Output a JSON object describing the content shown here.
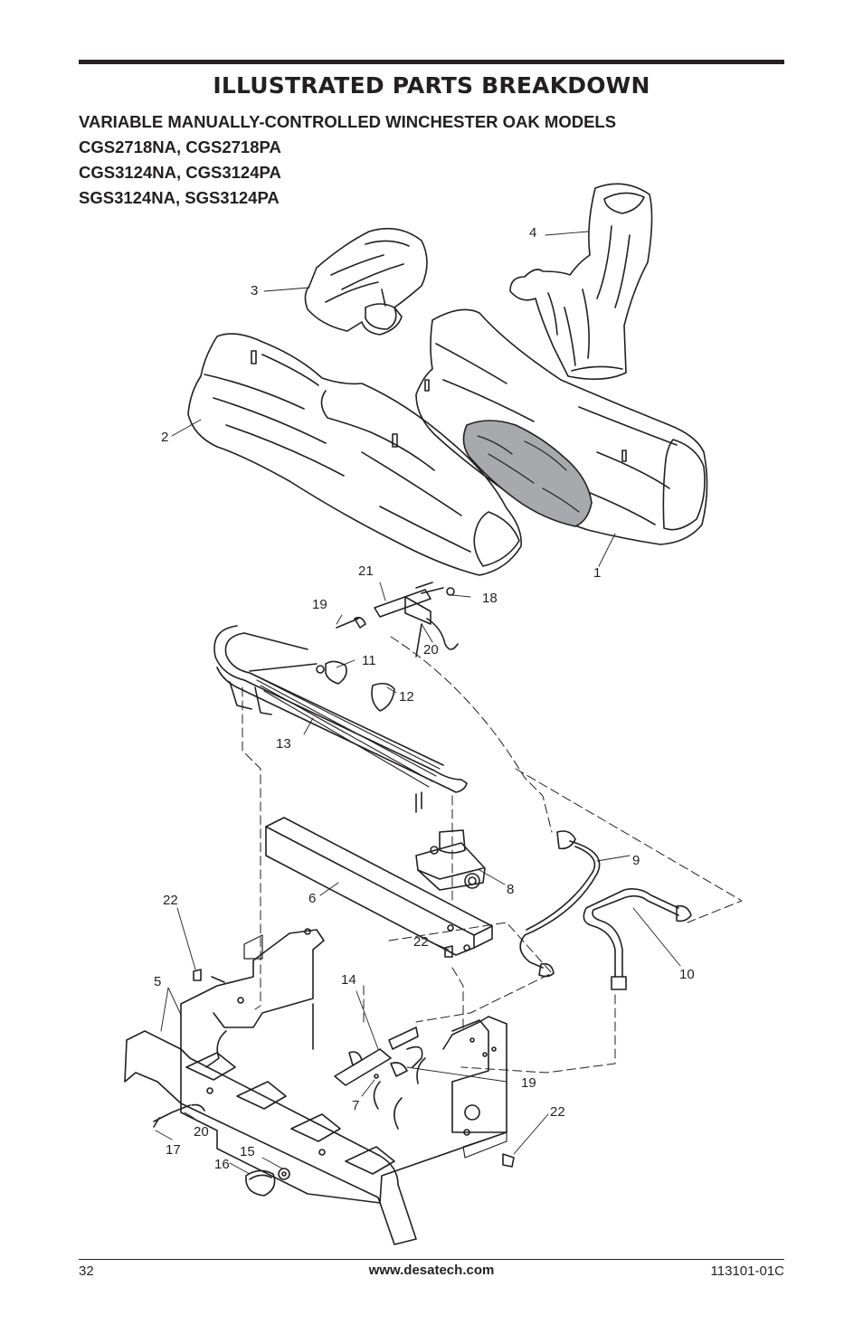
{
  "header": {
    "title": "ILLUSTRATED PARTS BREAKDOWN",
    "subtitle_lines": [
      "VARIABLE MANUALLY-CONTROLLED WINCHESTER OAK MODELS",
      "CGS2718NA, CGS2718PA",
      "CGS3124NA, CGS3124PA",
      "SGS3124NA, SGS3124PA"
    ]
  },
  "diagram": {
    "callouts": [
      {
        "id": "c1",
        "label": "1"
      },
      {
        "id": "c2",
        "label": "2"
      },
      {
        "id": "c3",
        "label": "3"
      },
      {
        "id": "c4",
        "label": "4"
      },
      {
        "id": "c5",
        "label": "5"
      },
      {
        "id": "c6",
        "label": "6"
      },
      {
        "id": "c7",
        "label": "7"
      },
      {
        "id": "c8",
        "label": "8"
      },
      {
        "id": "c9",
        "label": "9"
      },
      {
        "id": "c10",
        "label": "10"
      },
      {
        "id": "c11",
        "label": "11"
      },
      {
        "id": "c12",
        "label": "12"
      },
      {
        "id": "c13",
        "label": "13"
      },
      {
        "id": "c14",
        "label": "14"
      },
      {
        "id": "c15",
        "label": "15"
      },
      {
        "id": "c16",
        "label": "16"
      },
      {
        "id": "c17",
        "label": "17"
      },
      {
        "id": "c18",
        "label": "18"
      },
      {
        "id": "c19a",
        "label": "19"
      },
      {
        "id": "c19b",
        "label": "19"
      },
      {
        "id": "c20a",
        "label": "20"
      },
      {
        "id": "c20b",
        "label": "20"
      },
      {
        "id": "c21",
        "label": "21"
      },
      {
        "id": "c22a",
        "label": "22"
      },
      {
        "id": "c22b",
        "label": "22"
      },
      {
        "id": "c22c",
        "label": "22"
      }
    ]
  },
  "footer": {
    "page_number": "32",
    "website": "www.desatech.com",
    "doc_number": "113101-01C"
  }
}
